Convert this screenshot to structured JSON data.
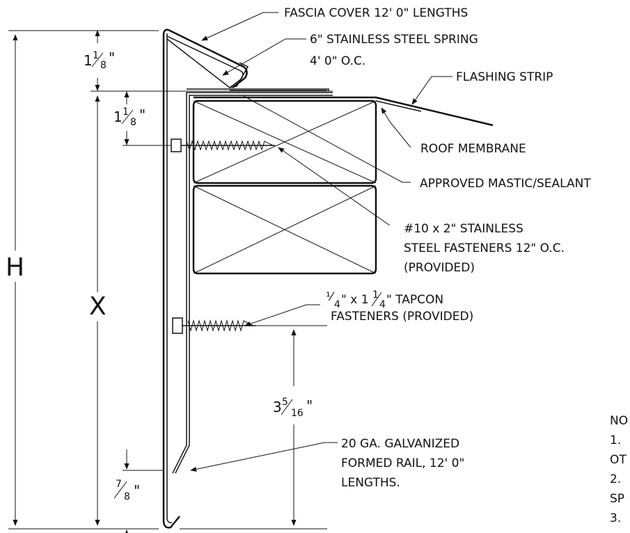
{
  "labels": {
    "fascia_cover": "FASCIA COVER 12' 0\" LENGTHS",
    "spring_line1": "6\" STAINLESS STEEL SPRING",
    "spring_line2": "4' 0\" O.C.",
    "flashing_strip": "FLASHING STRIP",
    "roof_membrane": "ROOF MEMBRANE",
    "mastic": "APPROVED MASTIC/SEALANT",
    "fastener_line1": "#10 x 2\" STAINLESS",
    "fastener_line2": "STEEL FASTENERS 12\" O.C.",
    "fastener_line3": "(PROVIDED)",
    "tapcon_line1_a": "⅟",
    "tapcon_line1_a_den": "4",
    "tapcon_line1_b": "\" x 1",
    "tapcon_line1_c_num": "1",
    "tapcon_line1_c_den": "4",
    "tapcon_line1_d": "\" TAPCON",
    "tapcon_line2": "FASTENERS (PROVIDED)",
    "rail_line1": "20 GA. GALVANIZED",
    "rail_line2": "FORMED RAIL, 12' 0\"",
    "rail_line3": "LENGTHS."
  },
  "dimensions": {
    "h": "H",
    "x": "X",
    "top_offset_whole": "1",
    "top_offset_num": "1",
    "top_offset_den": "8",
    "second_offset_whole": "1",
    "second_offset_num": "1",
    "second_offset_den": "8",
    "bottom_offset_num": "7",
    "bottom_offset_den": "8",
    "rail_dim_whole": "3",
    "rail_dim_num": "5",
    "rail_dim_den": "16"
  },
  "notes": {
    "heading": "NO",
    "n1": "1.",
    "n1b": "OT",
    "n2": "2.",
    "n2b": "SP",
    "n3": "3."
  }
}
